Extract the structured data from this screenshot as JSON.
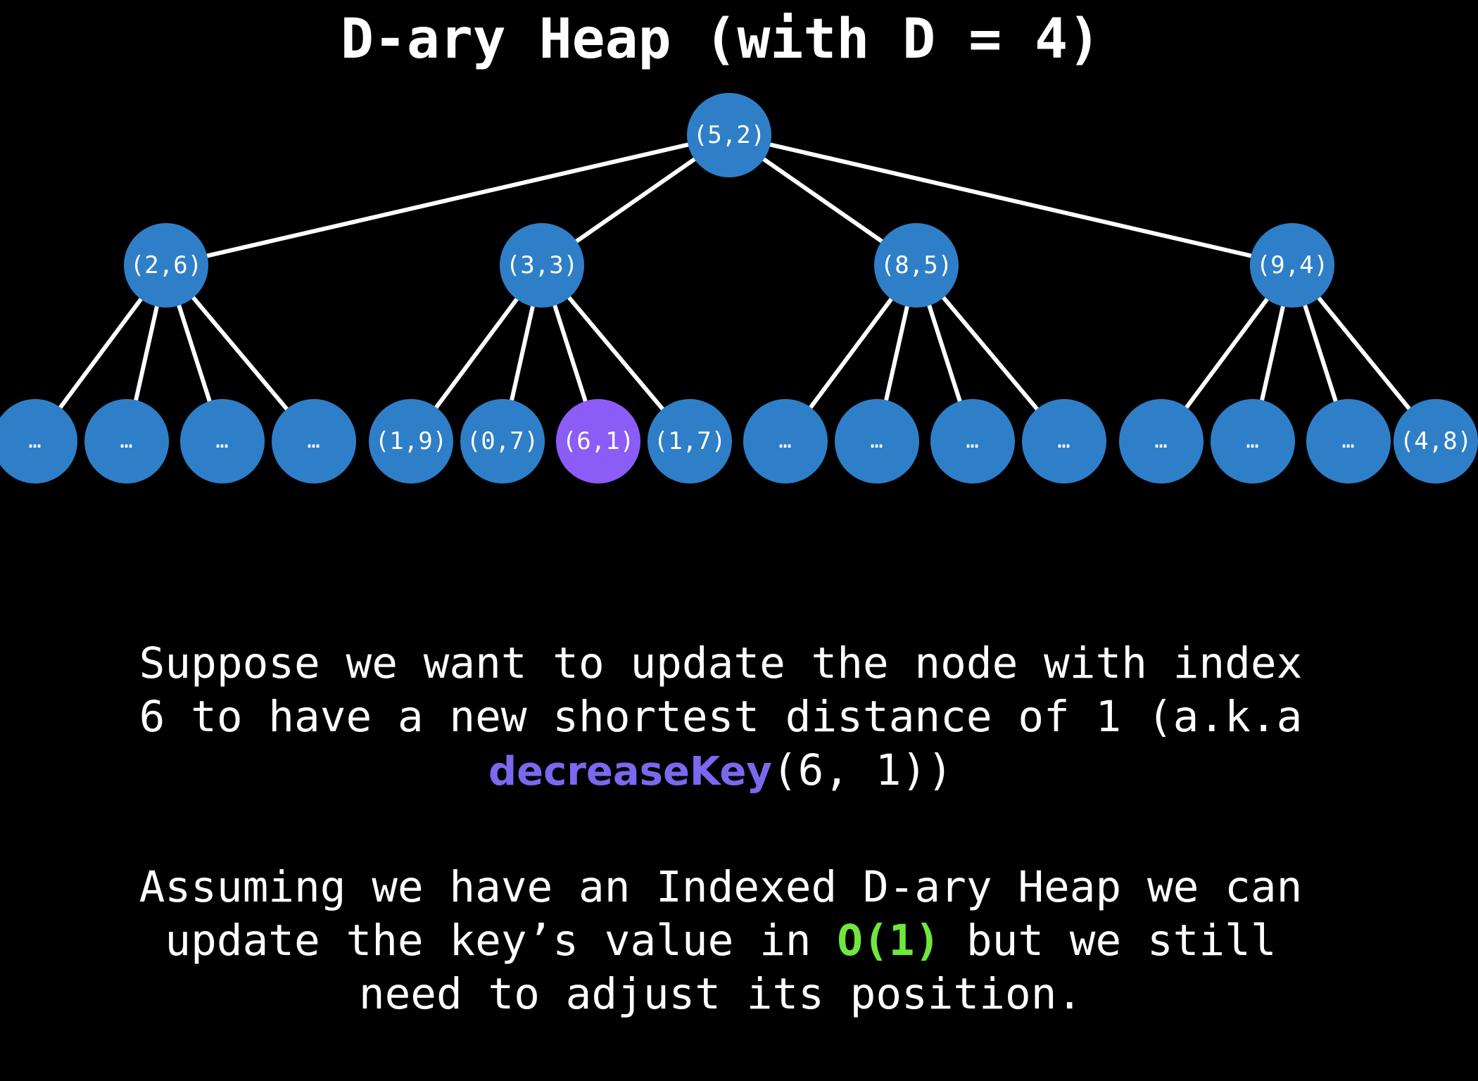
{
  "slide": {
    "title": "D-ary Heap (with D = 4)",
    "background_color": "#000000",
    "node_color": "#2E7FC8",
    "highlight_color": "#8B5CF6",
    "edge_color": "#FFFFFF",
    "keyword_purple_color": "#7B68EE",
    "keyword_green_color": "#6EE83C"
  },
  "tree": {
    "root": {
      "label": "(5,2)"
    },
    "level2": [
      {
        "label": "(2,6)"
      },
      {
        "label": "(3,3)"
      },
      {
        "label": "(8,5)"
      },
      {
        "label": "(9,4)"
      }
    ],
    "leaves": [
      {
        "label": "…",
        "highlight": false
      },
      {
        "label": "…",
        "highlight": false
      },
      {
        "label": "…",
        "highlight": false
      },
      {
        "label": "…",
        "highlight": false
      },
      {
        "label": "(1,9)",
        "highlight": false
      },
      {
        "label": "(0,7)",
        "highlight": false
      },
      {
        "label": "(6,1)",
        "highlight": true
      },
      {
        "label": "(1,7)",
        "highlight": false
      },
      {
        "label": "…",
        "highlight": false
      },
      {
        "label": "…",
        "highlight": false
      },
      {
        "label": "…",
        "highlight": false
      },
      {
        "label": "…",
        "highlight": false
      },
      {
        "label": "…",
        "highlight": false
      },
      {
        "label": "…",
        "highlight": false
      },
      {
        "label": "…",
        "highlight": false
      },
      {
        "label": "(4,8)",
        "highlight": false
      }
    ]
  },
  "captions": {
    "paragraph1_prefix": "Suppose we want to update the node with index\n6 to have a new shortest distance of 1 (a.k.a\n",
    "paragraph1_keyword": "decreaseKey",
    "paragraph1_suffix": "(6, 1))",
    "paragraph2_prefix": "Assuming we have an Indexed D-ary Heap we can\nupdate the key’s value in ",
    "paragraph2_keyword": "O(1)",
    "paragraph2_suffix": " but we still\nneed to adjust its position."
  }
}
